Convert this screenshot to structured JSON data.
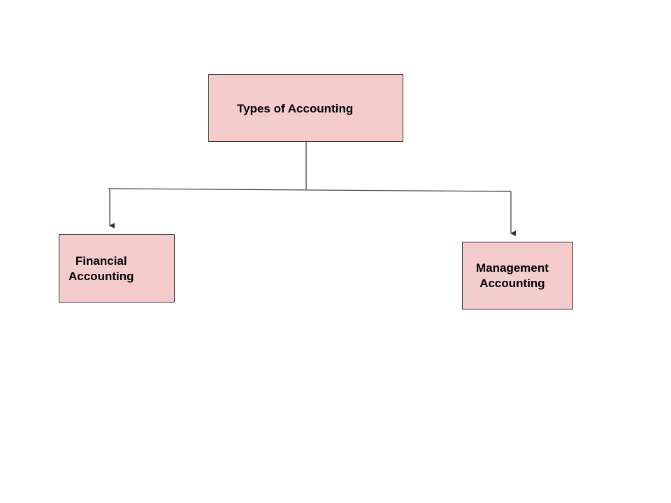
{
  "diagram": {
    "root": {
      "label": "Types of Accounting"
    },
    "children": [
      {
        "id": "financial",
        "line1": "Financial",
        "line2": "Accounting"
      },
      {
        "id": "management",
        "line1": "Management",
        "line2": "Accounting"
      }
    ],
    "colors": {
      "node_fill": "#f4cccc",
      "node_border": "#333333",
      "connector": "#333333",
      "text": "#000000"
    }
  }
}
